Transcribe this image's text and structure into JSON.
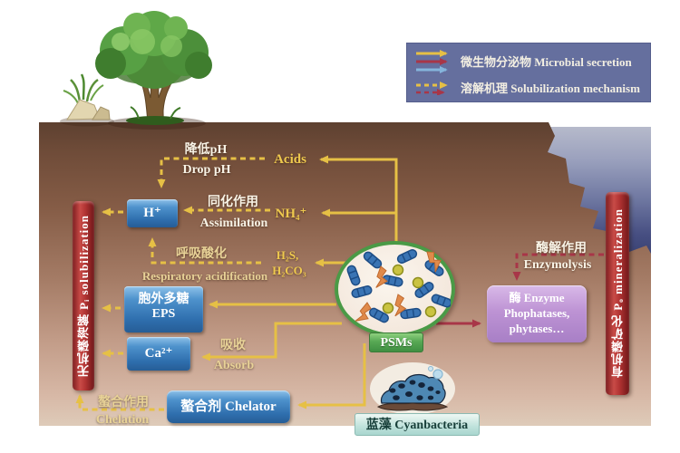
{
  "legend": {
    "secretion": "微生物分泌物 Microbial secretion",
    "mechanism": "溶解机理 Solubilization mechanism"
  },
  "bars": {
    "left": "无机磷溶解 Pᵢ solubilization",
    "right": "有机磷矿化 Pₒ mineralization"
  },
  "boxes": {
    "h": "H⁺",
    "eps_zh": "胞外多糖",
    "eps_en": "EPS",
    "ca": "Ca²⁺",
    "chelator": "螯合剂 Chelator",
    "enzyme1": "酶 Enzyme",
    "enzyme2": "Phophatases,",
    "enzyme3": "phytases…",
    "psms": "PSMs",
    "cyanobacteria": "蓝藻 Cyanbacteria"
  },
  "labels": {
    "drop_ph_zh": "降低pH",
    "drop_ph_en": "Drop pH",
    "acids": "Acids",
    "assim_zh": "同化作用",
    "assim_en": "Assimilation",
    "nh4": "NH₄⁺",
    "resp_zh": "呼吸酸化",
    "resp_en": "Respiratory acidification",
    "h2s": "H₂S,",
    "h2co3": "H₂CO₃",
    "absorb_zh": "吸收",
    "absorb_en": "Absorb",
    "chel_zh": "螯合作用",
    "chel_en": "Chelation",
    "enzy_zh": "酶解作用",
    "enzy_en": "Enzymolysis"
  },
  "colors": {
    "arrow_yellow": "#e6c045",
    "arrow_red": "#a83648",
    "arrow_blue": "#85b5dc",
    "box_blue": "#3a7ab8",
    "box_purple": "#b58cce",
    "bar_red": "#b03332",
    "legend_bg": "#656f9e",
    "psm_green": "#4a9a46",
    "soil_top": "#6e4b38",
    "soil_bottom": "#decbb9",
    "water_blue": "#474f82"
  }
}
